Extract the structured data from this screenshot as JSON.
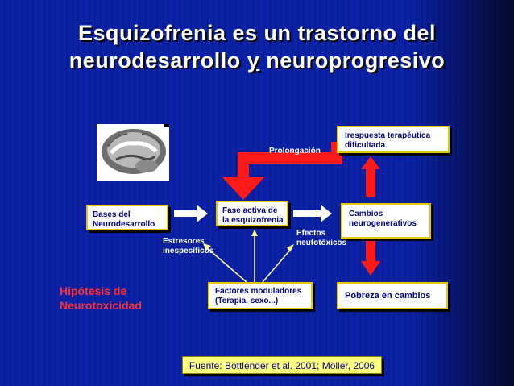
{
  "title": {
    "line1": "Esquizofrenia es un trastorno del",
    "line2_a": "neurodesarrollo ",
    "line2_y": "y",
    "line2_b": " neuroprogresivo"
  },
  "nodes": {
    "bases": "Bases del Neurodesarrollo",
    "fase_activa": "Fase activa de la esquizofrenia",
    "irrespuesta": "Irespuesta terapéutica dificultada",
    "cambios": "Cambios neurogenerativos",
    "pobreza": "Pobreza en cambios",
    "factores": "Factores moduladores (Terapia, sexo...)"
  },
  "labels": {
    "prolongacion": "Prolongación",
    "efectos": "Efectos neutotóxicos",
    "estresores": "Estresores inespecíficos"
  },
  "hypothesis": "Hipótesis de Neurotoxicidad",
  "source": "Fuente: Bottlender et al. 2001; Möller, 2006",
  "colors": {
    "background": "#0b22a8",
    "arrow_red": "#ff1a1a",
    "arrow_white": "#ffffff",
    "arrow_yellow": "#ffff99",
    "box_border": "#e6c800",
    "box_text": "#000080",
    "hypothesis_text": "#ff3030"
  }
}
